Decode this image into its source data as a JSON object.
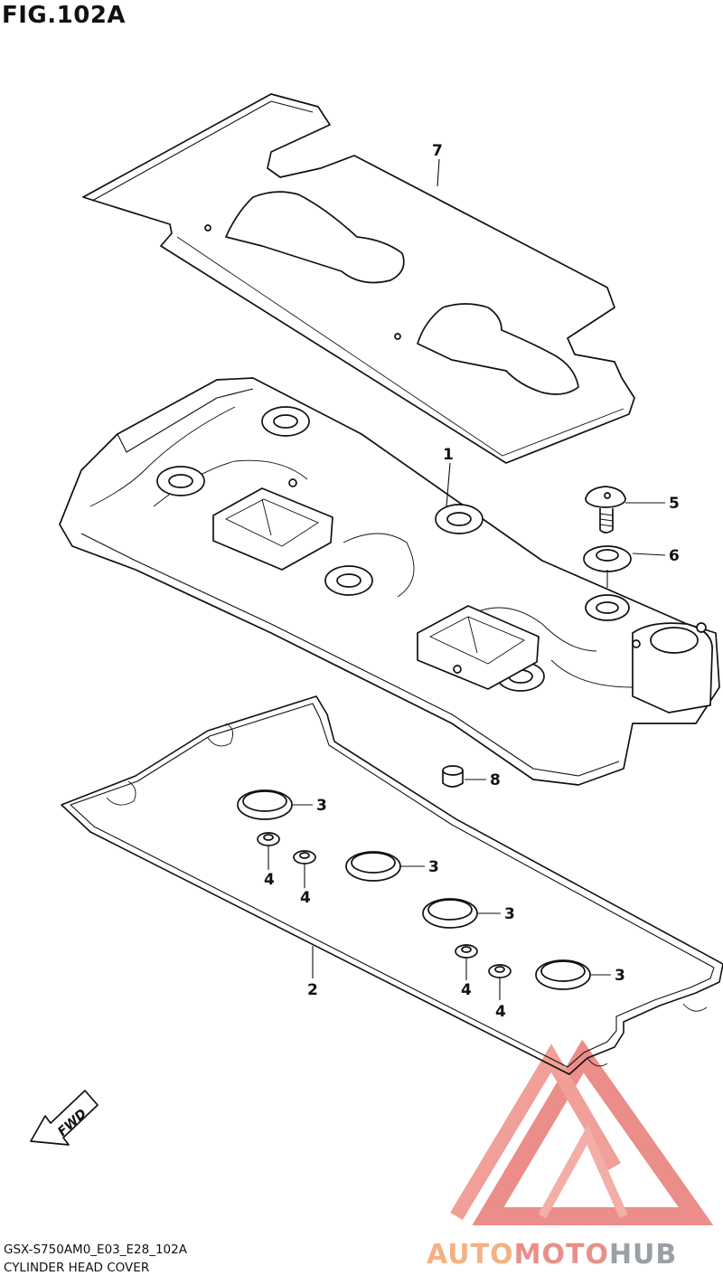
{
  "figure": {
    "title": "FIG.102A",
    "model_code": "GSX-S750AM0_E03_E28_102A",
    "name": "CYLINDER HEAD COVER"
  },
  "callouts": [
    "7",
    "1",
    "5",
    "6",
    "8",
    "3",
    "3",
    "3",
    "3",
    "4",
    "4",
    "4",
    "4",
    "2"
  ],
  "fwd_label": "FWD",
  "watermark": {
    "part1": "AUTO",
    "part2": "MOTO",
    "part3": "HUB",
    "colors": [
      "#f4b183",
      "#e89088",
      "#9aa0a6"
    ]
  }
}
